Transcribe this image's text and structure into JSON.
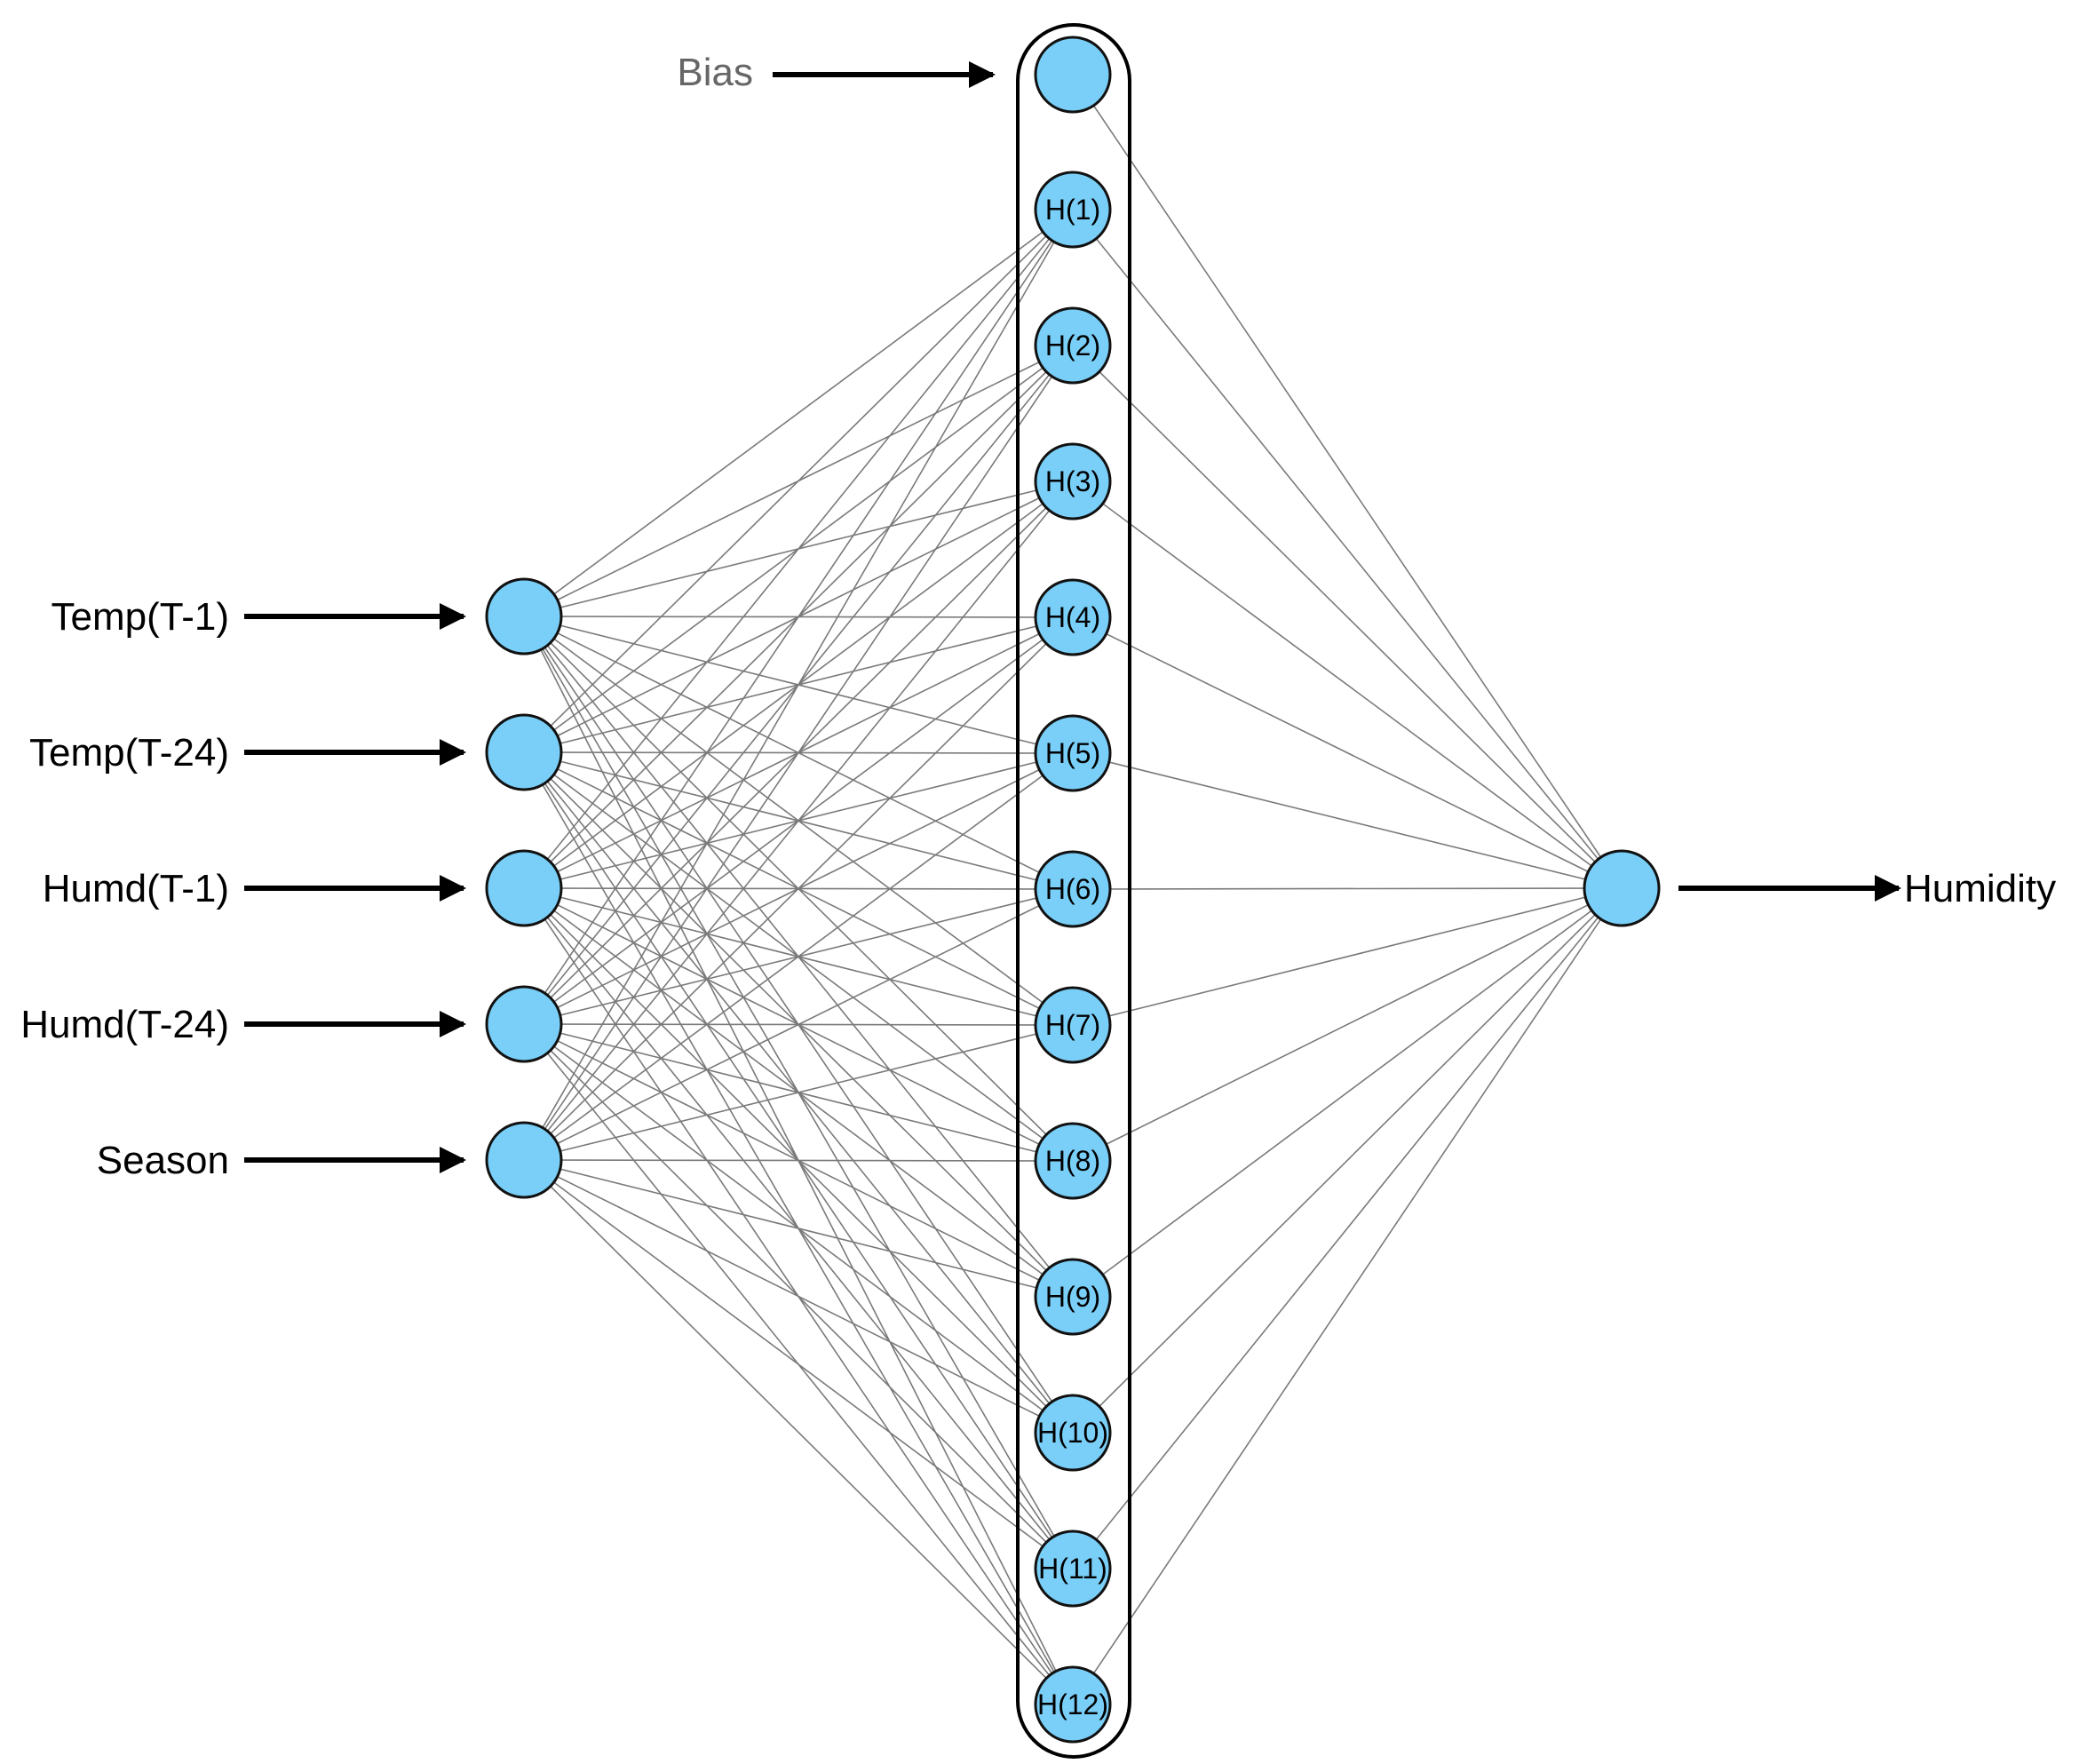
{
  "inputs": [
    "Temp(T-1)",
    "Temp(T-24)",
    "Humd(T-1)",
    "Humd(T-24)",
    "Season"
  ],
  "bias_label": "Bias",
  "hidden": [
    "H(1)",
    "H(2)",
    "H(3)",
    "H(4)",
    "H(5)",
    "H(6)",
    "H(7)",
    "H(8)",
    "H(9)",
    "H(10)",
    "H(11)",
    "H(12)"
  ],
  "output_label": "Humidity",
  "colors": {
    "node_fill": "#7ACFF8",
    "node_stroke": "#111111",
    "connection": "#7a7a7a",
    "bias_text": "#666666"
  }
}
